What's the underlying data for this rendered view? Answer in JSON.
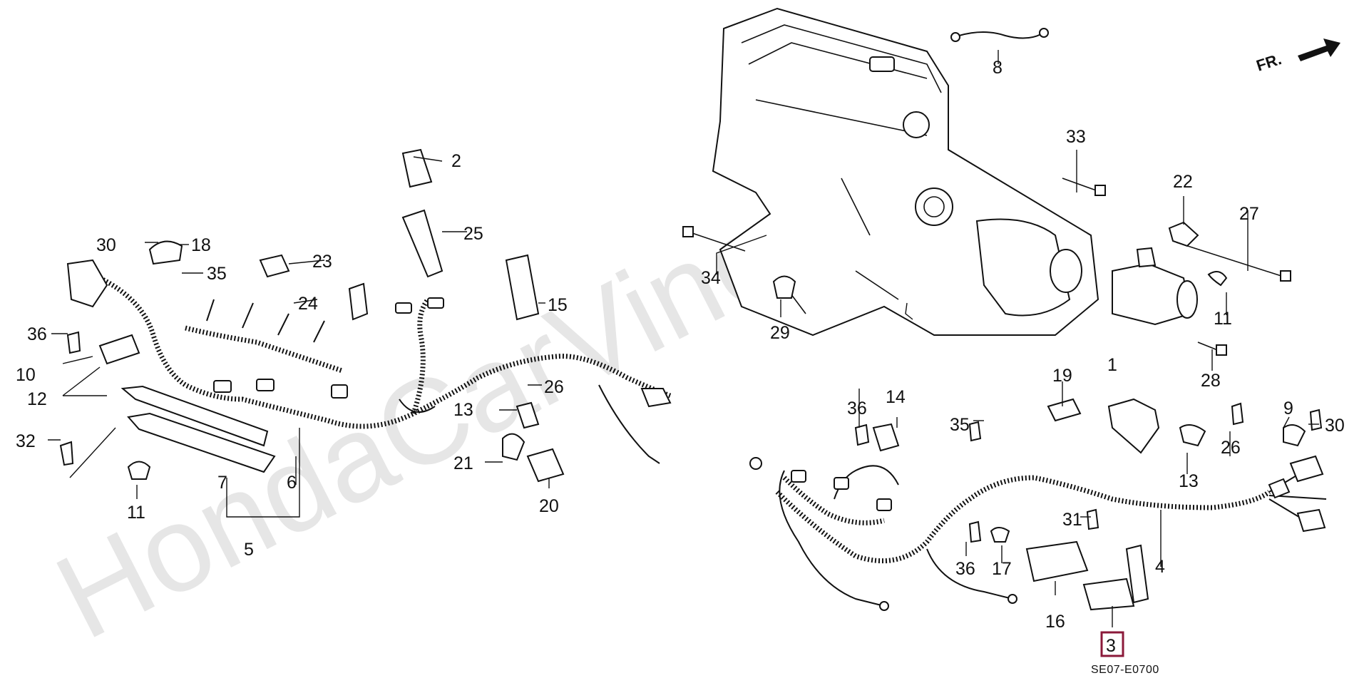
{
  "watermark": "HondaCarVine.ru",
  "orientation_label": "FR.",
  "diagram_code": "SE07-E0700",
  "callouts": [
    {
      "id": "c1",
      "label": "1"
    },
    {
      "id": "c2",
      "label": "2"
    },
    {
      "id": "c3",
      "label": "3",
      "highlighted": true
    },
    {
      "id": "c4",
      "label": "4"
    },
    {
      "id": "c5",
      "label": "5"
    },
    {
      "id": "c6",
      "label": "6"
    },
    {
      "id": "c7",
      "label": "7"
    },
    {
      "id": "c8",
      "label": "8"
    },
    {
      "id": "c9",
      "label": "9"
    },
    {
      "id": "c10",
      "label": "10"
    },
    {
      "id": "c11a",
      "label": "11"
    },
    {
      "id": "c11b",
      "label": "11"
    },
    {
      "id": "c12",
      "label": "12"
    },
    {
      "id": "c13a",
      "label": "13"
    },
    {
      "id": "c13b",
      "label": "13"
    },
    {
      "id": "c14",
      "label": "14"
    },
    {
      "id": "c15",
      "label": "15"
    },
    {
      "id": "c16",
      "label": "16"
    },
    {
      "id": "c17",
      "label": "17"
    },
    {
      "id": "c18",
      "label": "18"
    },
    {
      "id": "c19",
      "label": "19"
    },
    {
      "id": "c20",
      "label": "20"
    },
    {
      "id": "c21",
      "label": "21"
    },
    {
      "id": "c22",
      "label": "22"
    },
    {
      "id": "c23",
      "label": "23"
    },
    {
      "id": "c24",
      "label": "24"
    },
    {
      "id": "c25",
      "label": "25"
    },
    {
      "id": "c26a",
      "label": "26"
    },
    {
      "id": "c26b",
      "label": "26"
    },
    {
      "id": "c27",
      "label": "27"
    },
    {
      "id": "c28",
      "label": "28"
    },
    {
      "id": "c29",
      "label": "29"
    },
    {
      "id": "c30a",
      "label": "30"
    },
    {
      "id": "c30b",
      "label": "30"
    },
    {
      "id": "c31",
      "label": "31"
    },
    {
      "id": "c32",
      "label": "32"
    },
    {
      "id": "c33",
      "label": "33"
    },
    {
      "id": "c34",
      "label": "34"
    },
    {
      "id": "c35a",
      "label": "35"
    },
    {
      "id": "c35b",
      "label": "35"
    },
    {
      "id": "c36a",
      "label": "36"
    },
    {
      "id": "c36b",
      "label": "36"
    },
    {
      "id": "c36c",
      "label": "36"
    }
  ],
  "colors": {
    "line": "#111111",
    "highlight": "#8b1a3a",
    "watermark": "#e6e6e6",
    "background": "#ffffff"
  }
}
